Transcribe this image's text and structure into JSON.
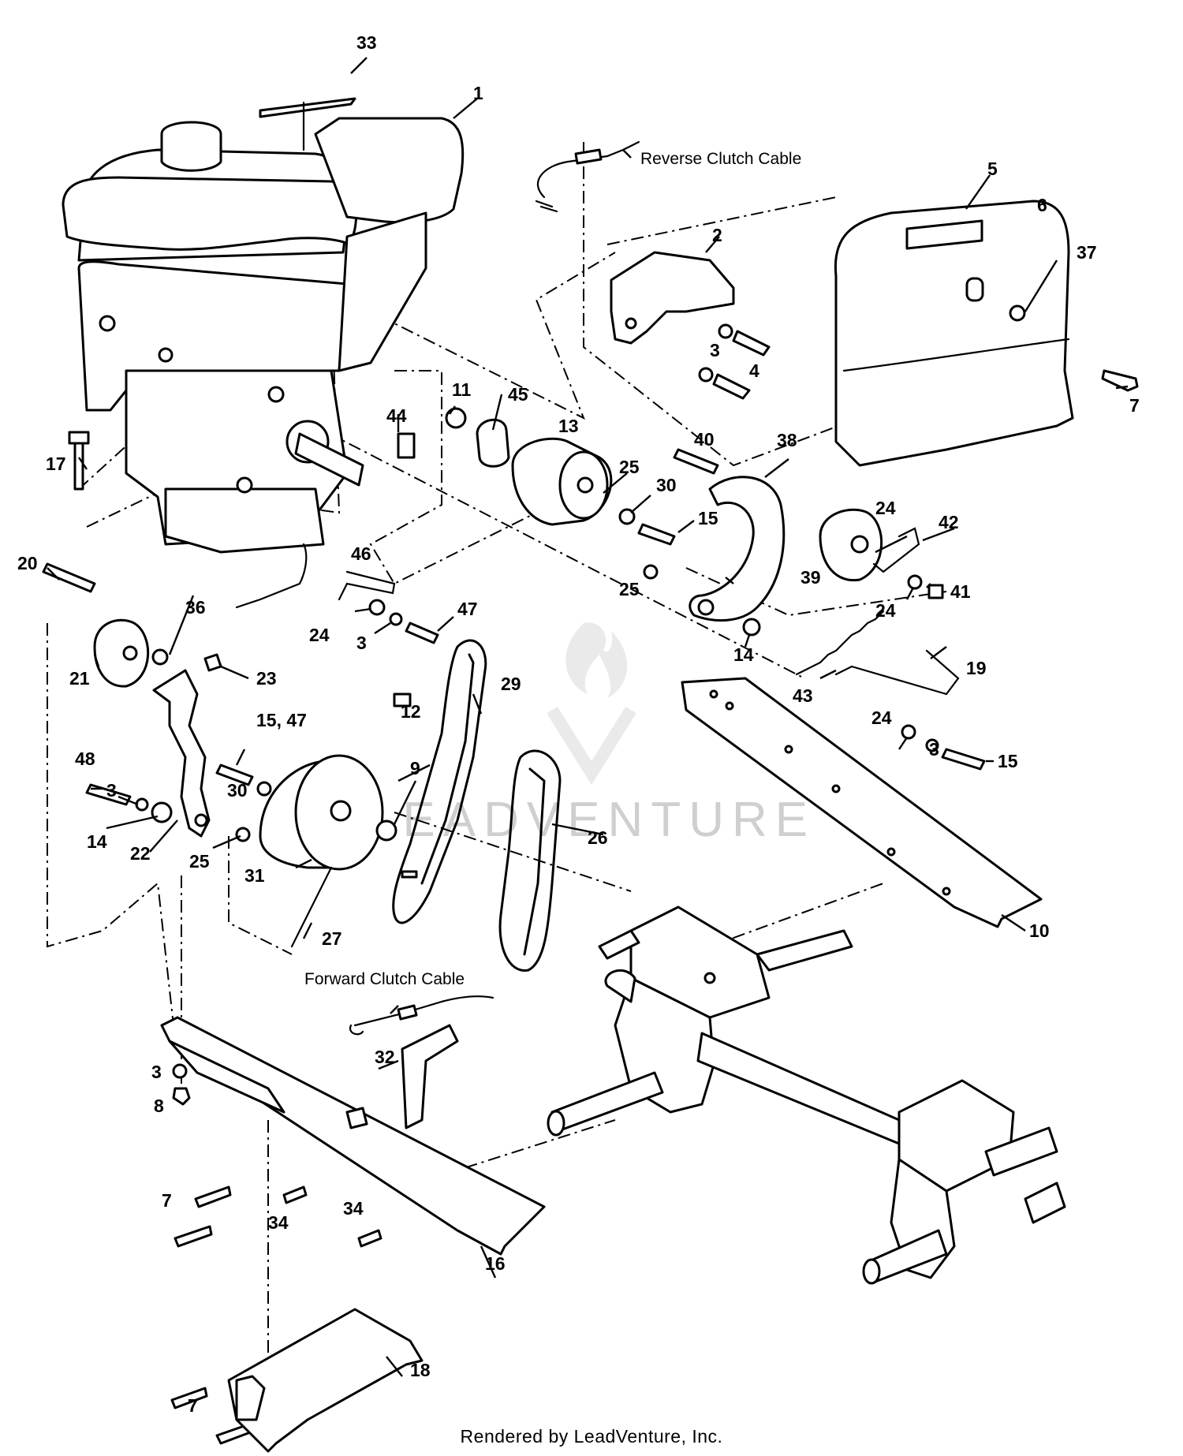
{
  "callouts": [
    {
      "id": "c33",
      "text": "33"
    },
    {
      "id": "c1",
      "text": "1"
    },
    {
      "id": "c5",
      "text": "5"
    },
    {
      "id": "c2",
      "text": "2"
    },
    {
      "id": "c6",
      "text": "6"
    },
    {
      "id": "c37",
      "text": "37"
    },
    {
      "id": "c3a",
      "text": "3"
    },
    {
      "id": "c4",
      "text": "4"
    },
    {
      "id": "c7a",
      "text": "7"
    },
    {
      "id": "c11",
      "text": "11"
    },
    {
      "id": "c45",
      "text": "45"
    },
    {
      "id": "c13",
      "text": "13"
    },
    {
      "id": "c44",
      "text": "44"
    },
    {
      "id": "c40",
      "text": "40"
    },
    {
      "id": "c38",
      "text": "38"
    },
    {
      "id": "c17",
      "text": "17"
    },
    {
      "id": "c25a",
      "text": "25"
    },
    {
      "id": "c30a",
      "text": "30"
    },
    {
      "id": "c15a",
      "text": "15"
    },
    {
      "id": "c24a",
      "text": "24"
    },
    {
      "id": "c42",
      "text": "42"
    },
    {
      "id": "c39",
      "text": "39"
    },
    {
      "id": "c41",
      "text": "41"
    },
    {
      "id": "c24b",
      "text": "24"
    },
    {
      "id": "c20",
      "text": "20"
    },
    {
      "id": "c46",
      "text": "46"
    },
    {
      "id": "c25b",
      "text": "25"
    },
    {
      "id": "c36",
      "text": "36"
    },
    {
      "id": "c24c",
      "text": "24"
    },
    {
      "id": "c3b",
      "text": "3"
    },
    {
      "id": "c47",
      "text": "47"
    },
    {
      "id": "c14a",
      "text": "14"
    },
    {
      "id": "c29",
      "text": "29"
    },
    {
      "id": "c21",
      "text": "21"
    },
    {
      "id": "c23",
      "text": "23"
    },
    {
      "id": "c19",
      "text": "19"
    },
    {
      "id": "c43",
      "text": "43"
    },
    {
      "id": "c15b",
      "text": "15, 47"
    },
    {
      "id": "c12",
      "text": "12"
    },
    {
      "id": "c48",
      "text": "48"
    },
    {
      "id": "c9",
      "text": "9"
    },
    {
      "id": "c24d",
      "text": "24"
    },
    {
      "id": "c3c",
      "text": "3"
    },
    {
      "id": "c15c",
      "text": "15"
    },
    {
      "id": "c3d",
      "text": "3"
    },
    {
      "id": "c30b",
      "text": "30"
    },
    {
      "id": "c14b",
      "text": "14"
    },
    {
      "id": "c22",
      "text": "22"
    },
    {
      "id": "c26",
      "text": "26"
    },
    {
      "id": "c25c",
      "text": "25"
    },
    {
      "id": "c31",
      "text": "31"
    },
    {
      "id": "c27",
      "text": "27"
    },
    {
      "id": "c10",
      "text": "10"
    },
    {
      "id": "c3e",
      "text": "3"
    },
    {
      "id": "c8",
      "text": "8"
    },
    {
      "id": "c32",
      "text": "32"
    },
    {
      "id": "c7b",
      "text": "7"
    },
    {
      "id": "c34a",
      "text": "34"
    },
    {
      "id": "c34b",
      "text": "34"
    },
    {
      "id": "c16",
      "text": "16"
    },
    {
      "id": "c18",
      "text": "18"
    },
    {
      "id": "c7c",
      "text": "7"
    }
  ],
  "labels": {
    "reverse_clutch_cable": "Reverse Clutch Cable",
    "forward_clutch_cable": "Forward Clutch Cable"
  },
  "watermark": "LEADVENTURE",
  "footer": "Rendered by LeadVenture, Inc.",
  "colors": {
    "line": "#000000",
    "background": "#ffffff",
    "watermark": "#cfcfcf"
  }
}
